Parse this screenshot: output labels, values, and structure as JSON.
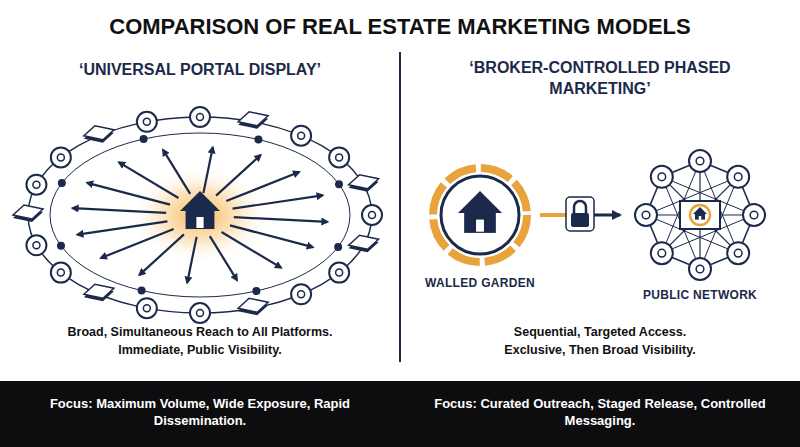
{
  "diagram": {
    "title": "COMPARISON OF REAL ESTATE MARKETING MODELS",
    "nodes": [
      {
        "text": [
          "WALLED GARDEN"
        ]
      },
      {
        "text": [
          "PUBLIC NETWORK"
        ]
      }
    ],
    "edges": [
      {
        "from": 0,
        "to": 1,
        "arrow": "to"
      }
    ],
    "labels": [
      "‘UNIVERSAL PORTAL DISPLAY’",
      "‘BROKER-CONTROLLED PHASED MARKETING’",
      "Broad, Simultaneous Reach to All Platforms.",
      "Immediate, Public Visibility.",
      "Sequential, Targeted Access.",
      "Exclusive, Then Broad Visibility.",
      "Focus: Maximum Volume, Wide Exposure, Rapid Dissemination.",
      "Focus: Curated Outreach, Staged Release, Controlled Messaging."
    ]
  }
}
